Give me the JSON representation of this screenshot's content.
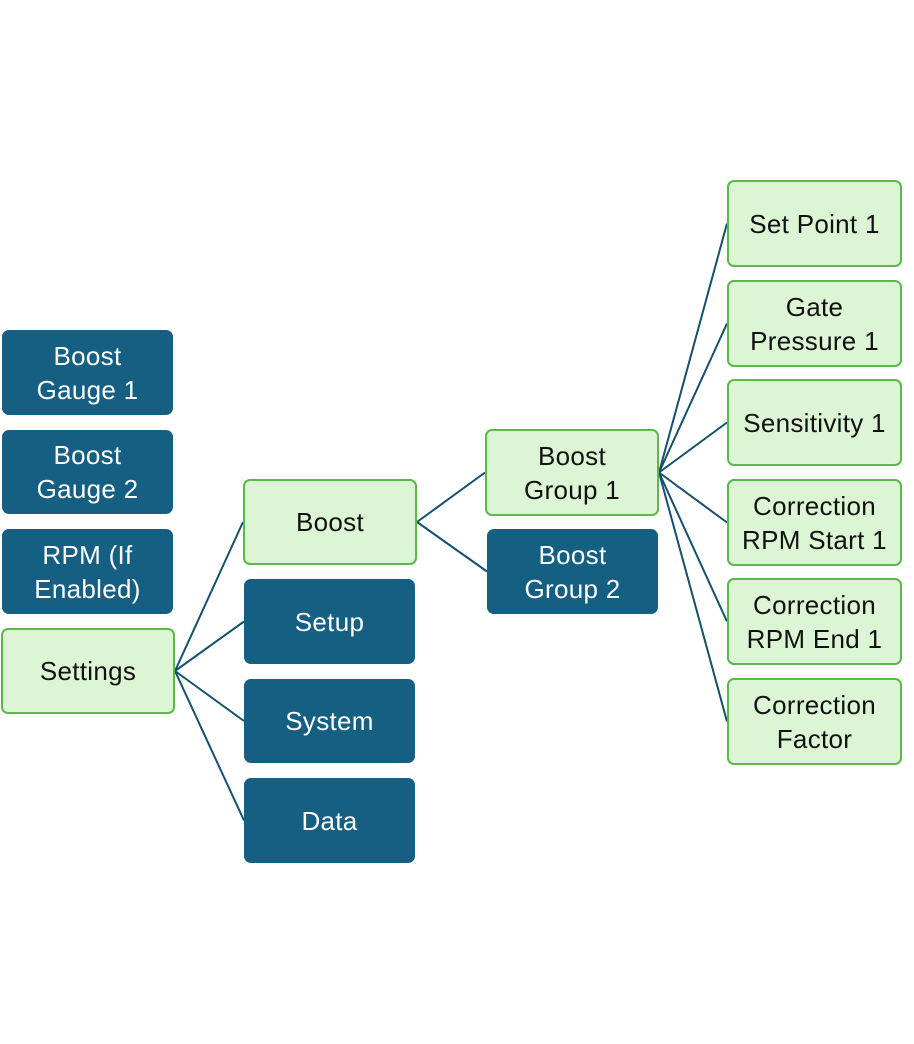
{
  "colors": {
    "dark_fill": "#155f82",
    "light_fill": "#dcf5d4",
    "light_border": "#5cb84a",
    "connector": "#14506e"
  },
  "nodes": {
    "boost_gauge_1": "Boost\nGauge 1",
    "boost_gauge_2": "Boost\nGauge 2",
    "rpm": "RPM (If\nEnabled)",
    "settings": "Settings",
    "boost": "Boost",
    "setup": "Setup",
    "system": "System",
    "data": "Data",
    "boost_group_1": "Boost\nGroup 1",
    "boost_group_2": "Boost\nGroup 2",
    "set_point_1": "Set Point 1",
    "gate_pressure_1": "Gate\nPressure 1",
    "sensitivity_1": "Sensitivity 1",
    "correction_rpm_start_1": "Correction\nRPM Start 1",
    "correction_rpm_end_1": "Correction\nRPM End 1",
    "correction_factor": "Correction\nFactor"
  },
  "edges": [
    [
      "settings",
      "boost"
    ],
    [
      "settings",
      "setup"
    ],
    [
      "settings",
      "system"
    ],
    [
      "settings",
      "data"
    ],
    [
      "boost",
      "boost_group_1"
    ],
    [
      "boost",
      "boost_group_2"
    ],
    [
      "boost_group_1",
      "set_point_1"
    ],
    [
      "boost_group_1",
      "gate_pressure_1"
    ],
    [
      "boost_group_1",
      "sensitivity_1"
    ],
    [
      "boost_group_1",
      "correction_rpm_start_1"
    ],
    [
      "boost_group_1",
      "correction_rpm_end_1"
    ],
    [
      "boost_group_1",
      "correction_factor"
    ]
  ]
}
